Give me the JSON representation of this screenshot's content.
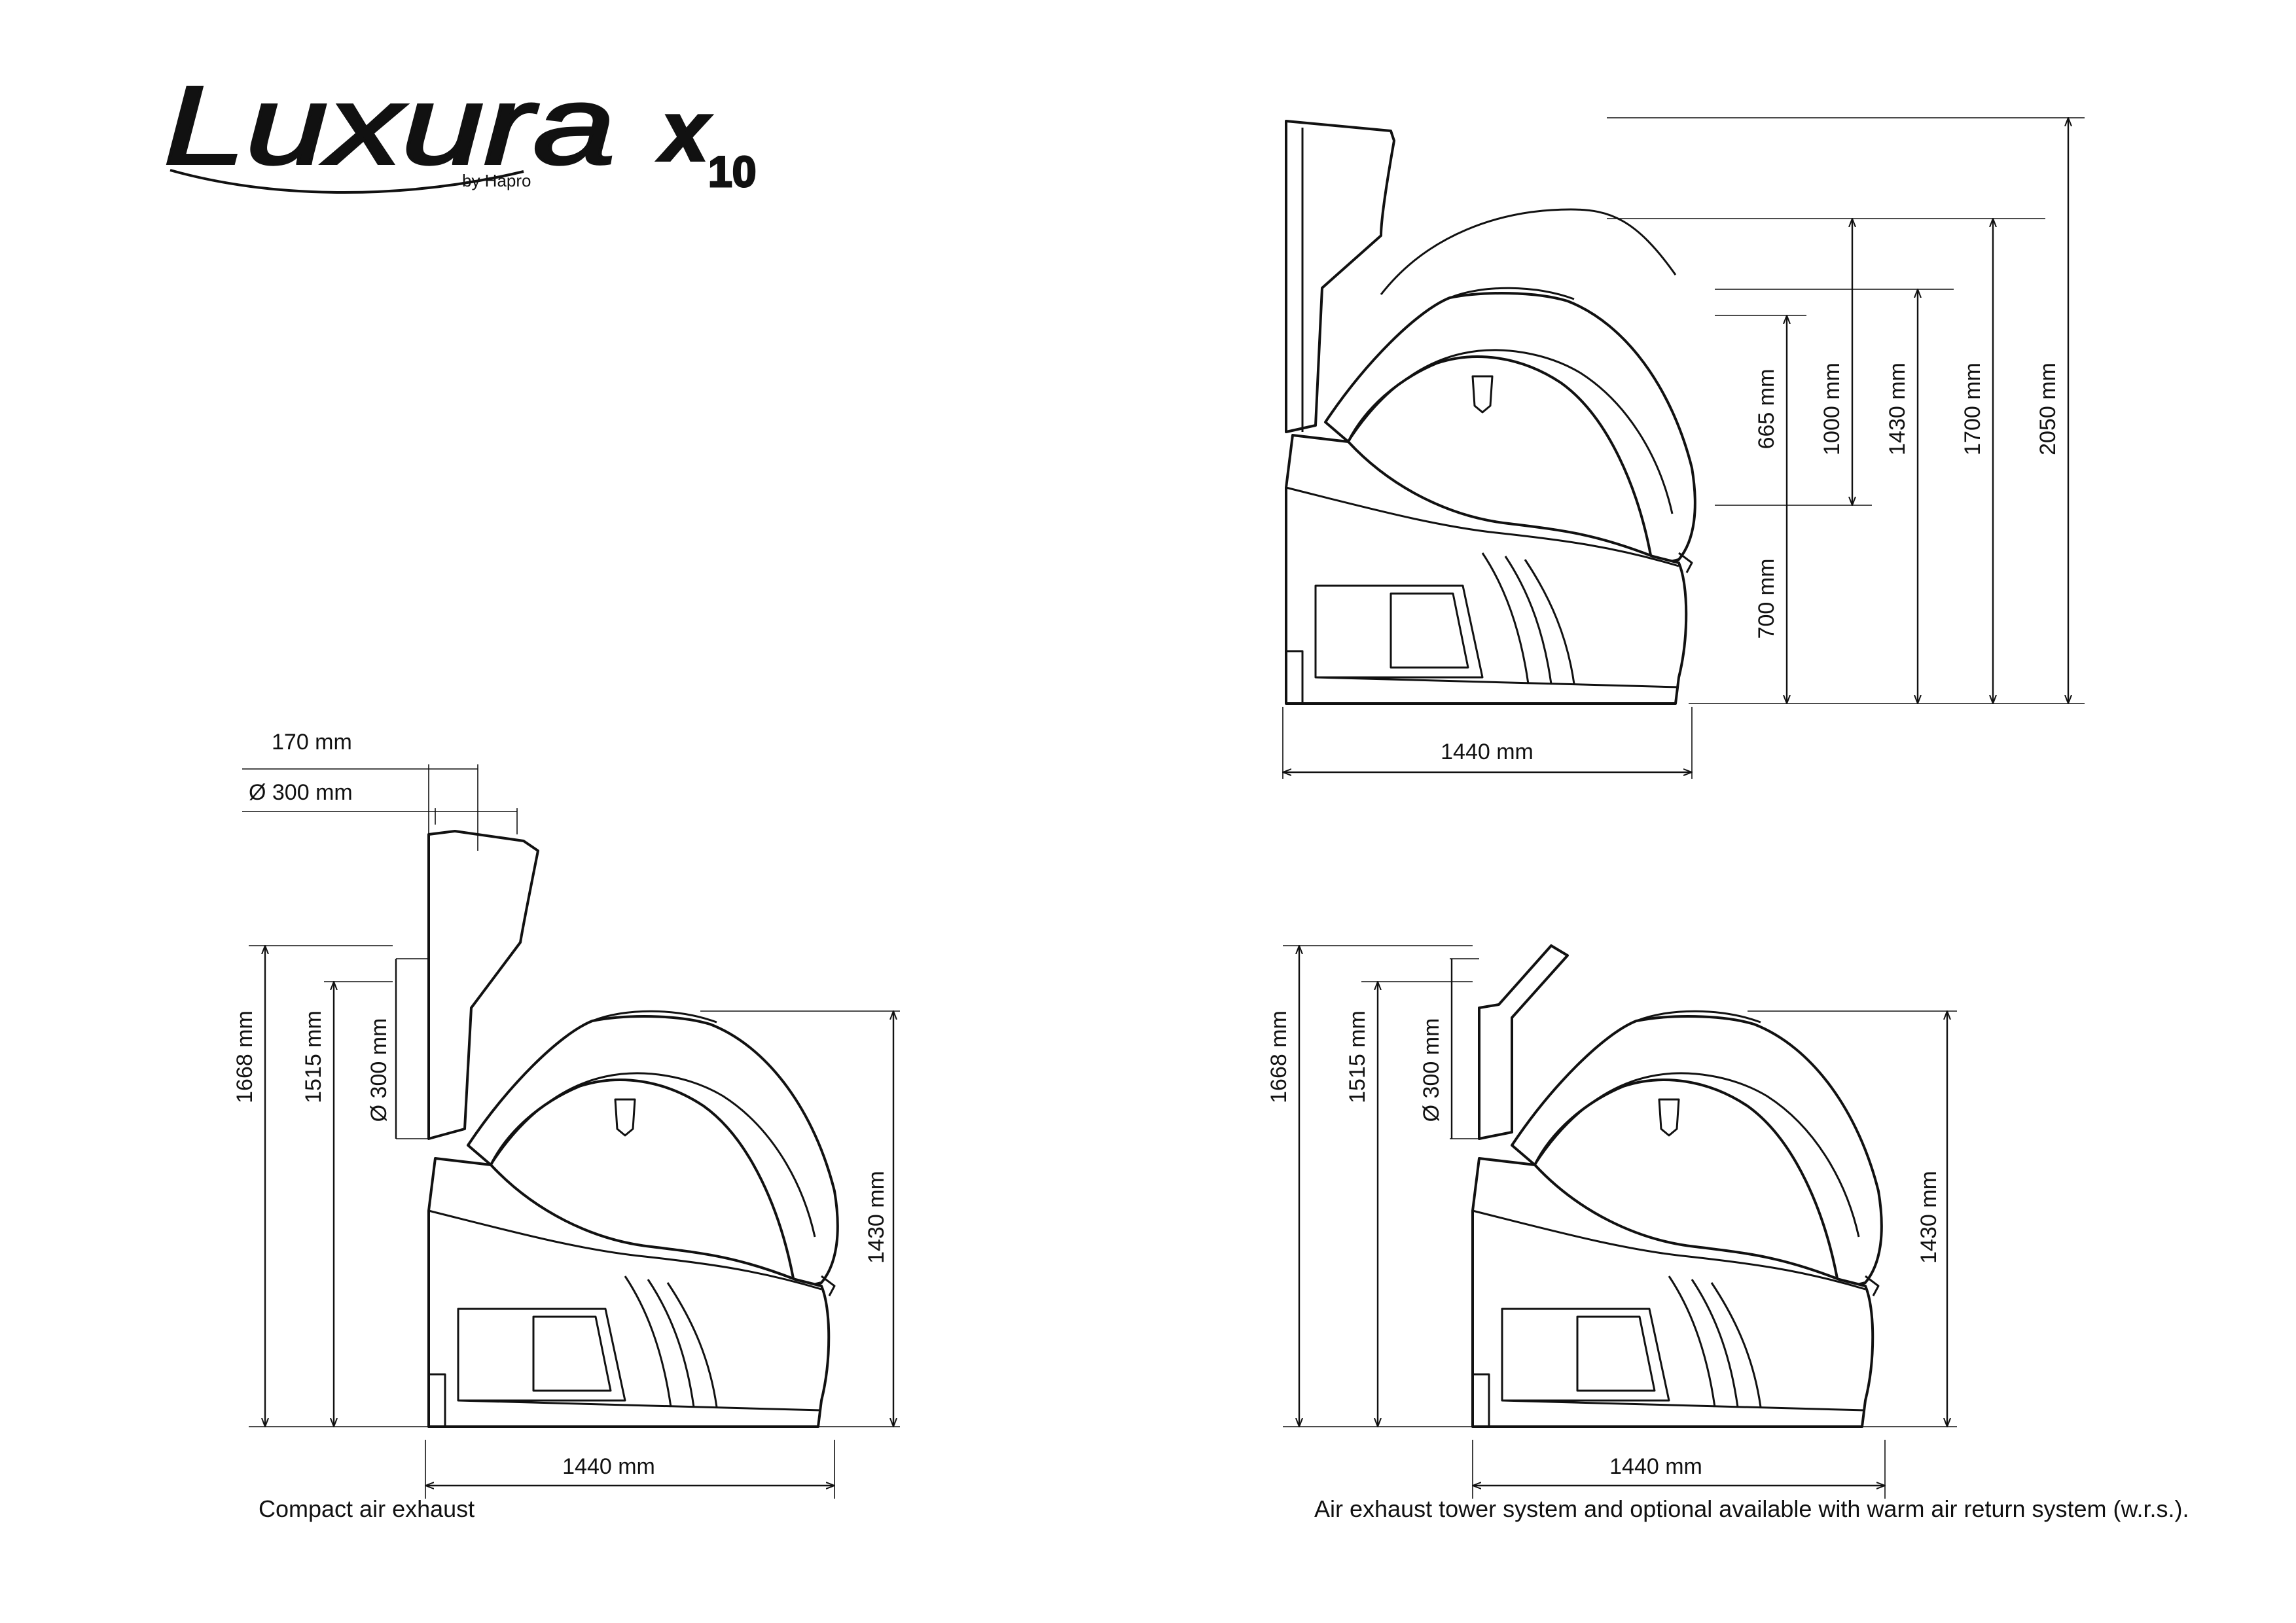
{
  "logo": {
    "brand": "Luxura",
    "maker": "by Hapro",
    "model_letter": "x",
    "model_number": "10"
  },
  "views": {
    "top_right": {
      "dimensions": {
        "width": "1440 mm",
        "d665": "665 mm",
        "d700": "700 mm",
        "d1000": "1000 mm",
        "d1430": "1430 mm",
        "d1700": "1700 mm",
        "d2050": "2050 mm"
      }
    },
    "bottom_left": {
      "caption": "Compact air exhaust",
      "dimensions": {
        "d170": "170 mm",
        "diam300_top": "Ø 300 mm",
        "d1668": "1668 mm",
        "d1515": "1515 mm",
        "diam300_side": "Ø 300 mm",
        "d1430": "1430 mm",
        "width": "1440 mm"
      }
    },
    "bottom_right": {
      "caption": "Air exhaust tower system  and optional available with warm air return system (w.r.s.).",
      "dimensions": {
        "d1668": "1668 mm",
        "d1515": "1515 mm",
        "diam300_side": "Ø 300 mm",
        "d1430": "1430 mm",
        "width": "1440 mm"
      }
    }
  }
}
